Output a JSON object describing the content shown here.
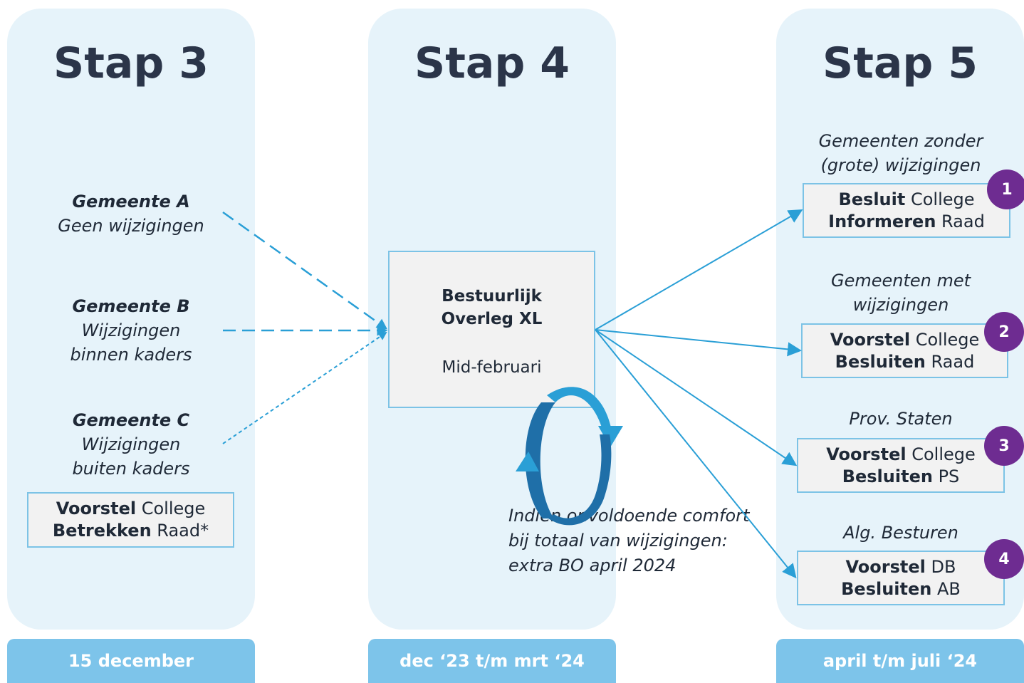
{
  "columns": {
    "stap3": {
      "title": "Stap 3",
      "footer": "15 december"
    },
    "stap4": {
      "title": "Stap 4",
      "footer": "dec ‘23 t/m mrt ‘24"
    },
    "stap5": {
      "title": "Stap 5",
      "footer": "april t/m juli ‘24"
    }
  },
  "gemeenten": [
    {
      "name": "Gemeente A",
      "desc": [
        "Geen wijzigingen"
      ]
    },
    {
      "name": "Gemeente B",
      "desc": [
        "Wijzigingen",
        "binnen kaders"
      ]
    },
    {
      "name": "Gemeente C",
      "desc": [
        "Wijzigingen",
        "buiten kaders"
      ]
    }
  ],
  "stap3_box": {
    "line1_bold": "Voorstel",
    "line1_rest": " College",
    "line2_bold": "Betrekken",
    "line2_rest": " Raad*"
  },
  "center": {
    "title_line1": "Bestuurlijk",
    "title_line2": "Overleg XL",
    "subtitle": "Mid-februari"
  },
  "loop_note": [
    "Indien onvoldoende comfort",
    "bij totaal van wijzigingen:",
    "extra BO april 2024"
  ],
  "outcomes": [
    {
      "caption": [
        "Gemeenten zonder",
        "(grote) wijzigingen"
      ],
      "line1_bold": "Besluit",
      "line1_rest": " College",
      "line2_bold": "Informeren",
      "line2_rest": " Raad",
      "badge": "1"
    },
    {
      "caption": [
        "Gemeenten met",
        "wijzigingen"
      ],
      "line1_bold": "Voorstel",
      "line1_rest": " College",
      "line2_bold": "Besluiten",
      "line2_rest": " Raad",
      "badge": "2"
    },
    {
      "caption": [
        "Prov. Staten"
      ],
      "line1_bold": "Voorstel",
      "line1_rest": " College",
      "line2_bold": "Besluiten",
      "line2_rest": " PS",
      "badge": "3"
    },
    {
      "caption": [
        "Alg. Besturen"
      ],
      "line1_bold": "Voorstel",
      "line1_rest": " DB",
      "line2_bold": "Besluiten",
      "line2_rest": " AB",
      "badge": "4"
    }
  ],
  "colors": {
    "panel": "#e6f3fa",
    "footer": "#7dc4ea",
    "arrow": "#2a9fd6",
    "badge": "#6e2c91",
    "cycle_dark": "#1f6fa8",
    "cycle_light": "#2a9fd6"
  }
}
